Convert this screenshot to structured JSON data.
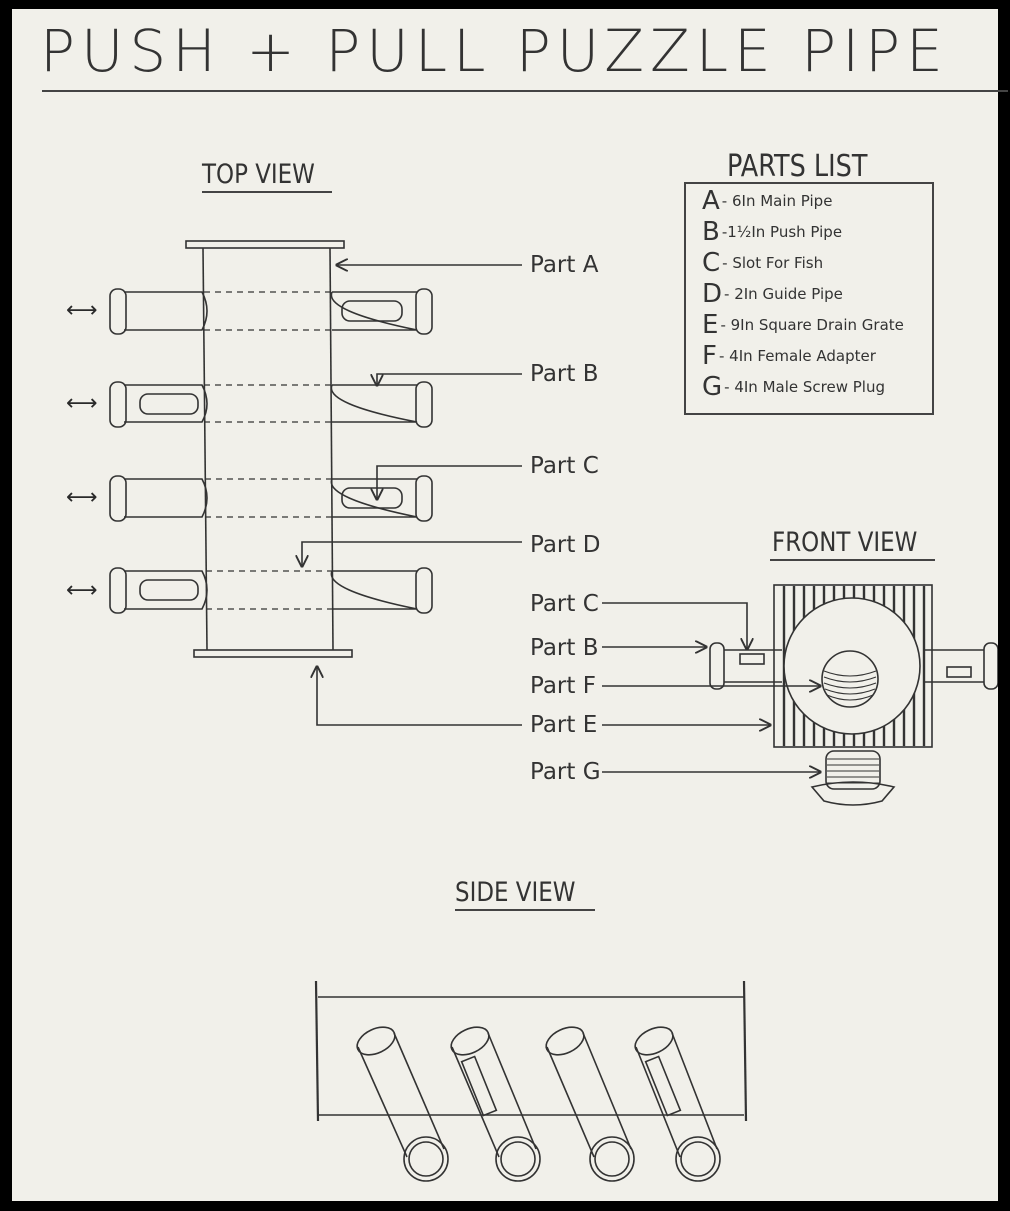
{
  "title": "PUSH + PULL PUZZLE PIPE",
  "views": {
    "top": "TOP VIEW",
    "front": "FRONT VIEW",
    "side": "SIDE VIEW"
  },
  "parts_list": {
    "heading": "PARTS LIST",
    "items": [
      {
        "letter": "A",
        "desc": "- 6In Main Pipe"
      },
      {
        "letter": "B",
        "desc": "-1½In Push Pipe"
      },
      {
        "letter": "C",
        "desc": "- Slot For Fish"
      },
      {
        "letter": "D",
        "desc": "- 2In Guide Pipe"
      },
      {
        "letter": "E",
        "desc": "- 9In Square Drain Grate"
      },
      {
        "letter": "F",
        "desc": "- 4In Female Adapter"
      },
      {
        "letter": "G",
        "desc": "- 4In Male Screw Plug"
      }
    ]
  },
  "top_callouts": [
    "Part A",
    "Part B",
    "Part C",
    "Part D"
  ],
  "front_callouts": [
    "Part C",
    "Part B",
    "Part F",
    "Part E",
    "Part G"
  ],
  "push_arrow_symbol": "⟷",
  "colors": {
    "paper": "#f1f0ea",
    "ink": "#2a2a2a",
    "frame": "#000000"
  }
}
